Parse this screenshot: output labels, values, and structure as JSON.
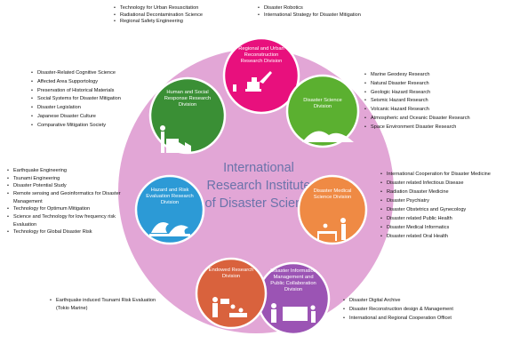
{
  "center_title": [
    "International",
    "Research Institute",
    "of Disaster Science"
  ],
  "divisions": [
    {
      "lines": [
        "Regional and Urban",
        "Reconstruction",
        "Research Division"
      ],
      "color": "#e8107d"
    },
    {
      "lines": [
        "Disaster Science",
        "Division"
      ],
      "color": "#5bb030"
    },
    {
      "lines": [
        "Disaster Medical",
        "Science Division"
      ],
      "color": "#ef8a44"
    },
    {
      "lines": [
        "Disaster Information",
        "Management and",
        "Public Collaboration",
        "Division"
      ],
      "color": "#9b54b4"
    },
    {
      "lines": [
        "Endowed Research",
        "Division"
      ],
      "color": "#d9623d"
    },
    {
      "lines": [
        "Hazard and Risk",
        "Evaluation Research",
        "Division"
      ],
      "color": "#2c9ad6"
    },
    {
      "lines": [
        "Human and Social",
        "Response Research",
        "Division"
      ],
      "color": "#3a8f35"
    }
  ],
  "lists": {
    "regional": [
      "Technology for Urban Resuscitation",
      "Radiational Decontamination Science",
      "Regional Safety Engineering"
    ],
    "regional_right": [
      "Disaster Robotics",
      "International Strategy for Disaster Mitigation"
    ],
    "human": [
      "Disaster-Related Cognitive Science",
      "Affected Area Supportology",
      "Preservation of Historical Materials",
      "Social Systems for Disaster Mitigation",
      "Disaster Legislation",
      "Japanese Disaster Culture",
      "Comparative Mitigation Society"
    ],
    "science": [
      "Marine Geodesy Research",
      "Natural Disaster Research",
      "Geologic Hazard Research",
      "Seismic Hazard Research",
      "Volcanic Hazard Research",
      "Atmospheric and Oceanic Disaster Research",
      "Space Environment Disaster Research"
    ],
    "hazard": [
      "Earthquake Engineering",
      "Tsunami Engineering",
      "Disaster Potential Study",
      "Remote sensing and Geoinformatics for Disaster Management",
      "Technology for Optimum Mitigation",
      "Science and Technology for low frequency risk Evaluation",
      "Technology for Global Disaster Risk"
    ],
    "medical": [
      "International Cooperation for Disaster Medicine",
      "Disaster related Infectious Disease",
      "Radiation Disaster Medicine",
      "Disaster Psychiatry",
      "Disaster Obstetrics and Gynecology",
      "Disaster related Public Health",
      "Disaster Medical Informatics",
      "Disaster related Oral Health"
    ],
    "endowed": [
      "Earthquake induced Tsunami Risk Evaluation (Tokio Marine)"
    ],
    "info": [
      "Disaster Digital Archive",
      "Disaster Reconstruction design & Management",
      "International and Regional Cooperation Officet"
    ]
  },
  "colors": {
    "hub": "#e2a6d6",
    "center_text": "#6a73aa"
  }
}
